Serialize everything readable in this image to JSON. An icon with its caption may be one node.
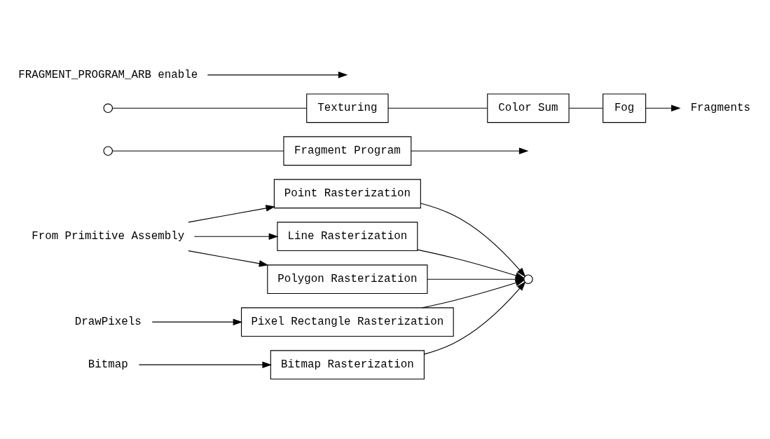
{
  "diagram": {
    "nodes": [
      {
        "text": [
          "From Primitive Assembly"
        ]
      },
      {
        "text": [
          "DrawPixels"
        ]
      },
      {
        "text": [
          "Bitmap"
        ]
      },
      {
        "text": [
          "Point Rasterization"
        ]
      },
      {
        "text": [
          "Line Rasterization"
        ]
      },
      {
        "text": [
          "Polygon Rasterization"
        ]
      },
      {
        "text": [
          "Pixel Rectangle Rasterization"
        ]
      },
      {
        "text": [
          "Bitmap Rasterization"
        ]
      },
      {
        "text": [],
        "shape": "circle"
      },
      {
        "text": [],
        "shape": "circle"
      },
      {
        "text": [],
        "shape": "circle"
      },
      {
        "text": [
          "FRAGMENT_PROGRAM_ARB enable"
        ]
      },
      {
        "text": [
          "Texturing"
        ]
      },
      {
        "text": [
          "Fragment Program"
        ]
      },
      {
        "text": [
          "Color Sum"
        ]
      },
      {
        "text": [
          "Fog"
        ]
      },
      {
        "text": [
          "Fragments"
        ]
      }
    ],
    "edges": [
      {
        "from": 0,
        "to": 3,
        "arrow": "to"
      },
      {
        "from": 0,
        "to": 4,
        "arrow": "to"
      },
      {
        "from": 0,
        "to": 5,
        "arrow": "to"
      },
      {
        "from": 1,
        "to": 6,
        "arrow": "to"
      },
      {
        "from": 2,
        "to": 7,
        "arrow": "to"
      },
      {
        "from": 3,
        "to": 8,
        "arrow": "to"
      },
      {
        "from": 4,
        "to": 8,
        "arrow": "to"
      },
      {
        "from": 5,
        "to": 8,
        "arrow": "to"
      },
      {
        "from": 6,
        "to": 8,
        "arrow": "to"
      },
      {
        "from": 7,
        "to": 8,
        "arrow": "to"
      },
      {
        "from": 11,
        "to": null,
        "arrow": "to"
      },
      {
        "from": 9,
        "to": 13,
        "arrow": "none"
      },
      {
        "from": 10,
        "to": 12,
        "arrow": "none"
      },
      {
        "from": 12,
        "to": 14,
        "arrow": "none"
      },
      {
        "from": 14,
        "to": 15,
        "arrow": "none"
      },
      {
        "from": 13,
        "to": null,
        "arrow": "to"
      },
      {
        "from": 15,
        "to": 16,
        "arrow": "to"
      }
    ]
  }
}
